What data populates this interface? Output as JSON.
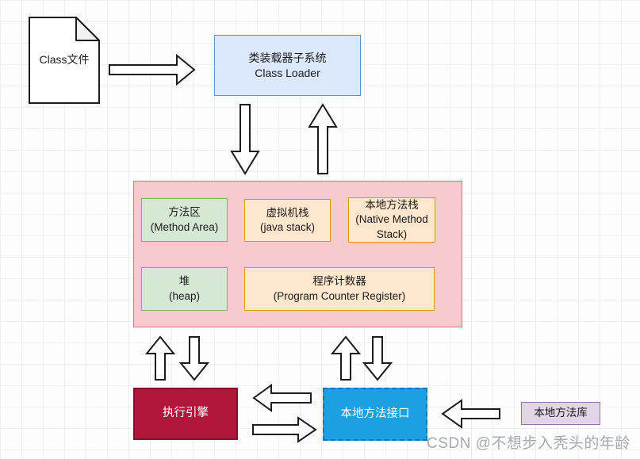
{
  "diagram_title": "JVM architecture diagram",
  "nodes": {
    "class_file": {
      "label": "Class文件"
    },
    "class_loader": {
      "title_zh": "类装载器子系统",
      "title_en": "Class Loader"
    },
    "runtime_area": {
      "method_area": {
        "title_zh": "方法区",
        "title_en": "(Method Area)"
      },
      "java_stack": {
        "title_zh": "虚拟机栈",
        "title_en": "(java stack)"
      },
      "native_method_stack": {
        "title_zh": "本地方法栈",
        "title_en": "(Native Method Stack)"
      },
      "heap": {
        "title_zh": "堆",
        "title_en": "(heap)"
      },
      "program_counter": {
        "title_zh": "程序计数器",
        "title_en": "(Program Counter Register)"
      }
    },
    "execution_engine": {
      "label": "执行引擎"
    },
    "native_method_interface": {
      "label": "本地方法接口"
    },
    "native_method_library": {
      "label": "本地方法库"
    }
  },
  "colors": {
    "class_loader_fill": "#dbe8fc",
    "class_loader_border": "#6c8ebf",
    "runtime_area_fill": "#f6c9cc",
    "runtime_area_border": "#c97a7a",
    "green_fill": "#d5e8d4",
    "green_border": "#82b366",
    "orange_fill": "#ffe6cc",
    "orange_border": "#d79b00",
    "execution_engine_fill": "#b1173a",
    "native_method_interface_fill": "#1ba1e2",
    "native_method_library_fill": "#e1d5e7",
    "native_method_library_border": "#9673a6",
    "arrow_stroke": "#1c1c1c"
  },
  "watermark": "CSDN @不想步入秃头的年龄"
}
